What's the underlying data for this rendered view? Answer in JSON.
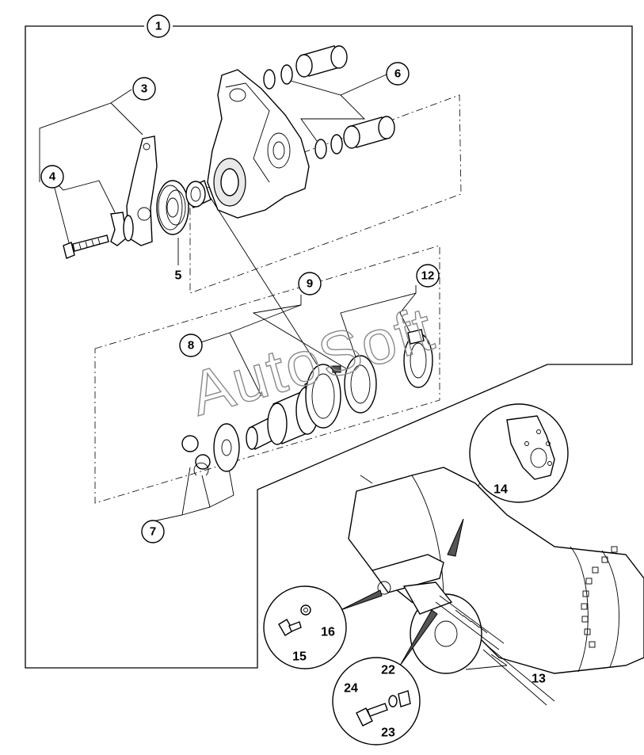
{
  "watermark": "AutoSoft",
  "callouts": {
    "c1": "1",
    "c3": "3",
    "c4": "4",
    "c6": "6",
    "c7": "7",
    "c8": "8",
    "c9": "9",
    "c12": "12"
  },
  "labels": {
    "l5": "5",
    "l13": "13",
    "l14": "14",
    "l15": "15",
    "l16": "16",
    "l22": "22",
    "l23": "23",
    "l24": "24"
  }
}
